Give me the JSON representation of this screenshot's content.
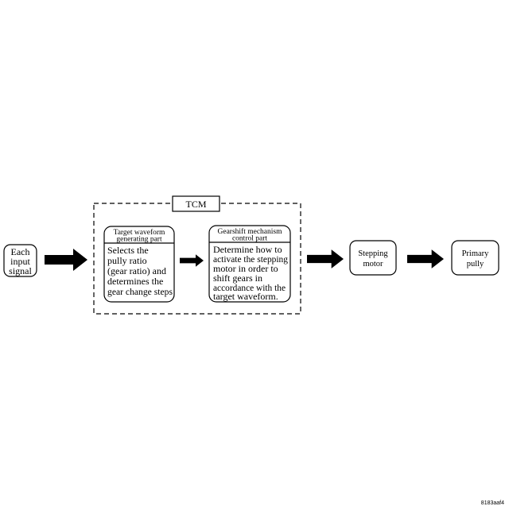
{
  "nodes": {
    "input": {
      "lines": [
        "Each",
        "input",
        "signal"
      ]
    },
    "tcm": {
      "label": "TCM"
    },
    "target": {
      "header": [
        "Target waveform",
        "generating part"
      ],
      "body": [
        "Selects the",
        "pully ratio",
        "(gear ratio) and",
        "determines the",
        "gear change steps"
      ]
    },
    "gearshift": {
      "header": [
        "Gearshift mechanism",
        "control part"
      ],
      "body": [
        "Determine how to",
        "activate the stepping",
        "motor in order to",
        "shift gears in",
        "accordance with the",
        "target waveform."
      ]
    },
    "motor": {
      "lines": [
        "Stepping",
        "motor"
      ]
    },
    "pully": {
      "lines": [
        "Primary",
        "pully"
      ]
    }
  },
  "footer": {
    "code": "8183aaf4"
  },
  "colors": {
    "stroke": "#000000",
    "background": "#ffffff"
  }
}
